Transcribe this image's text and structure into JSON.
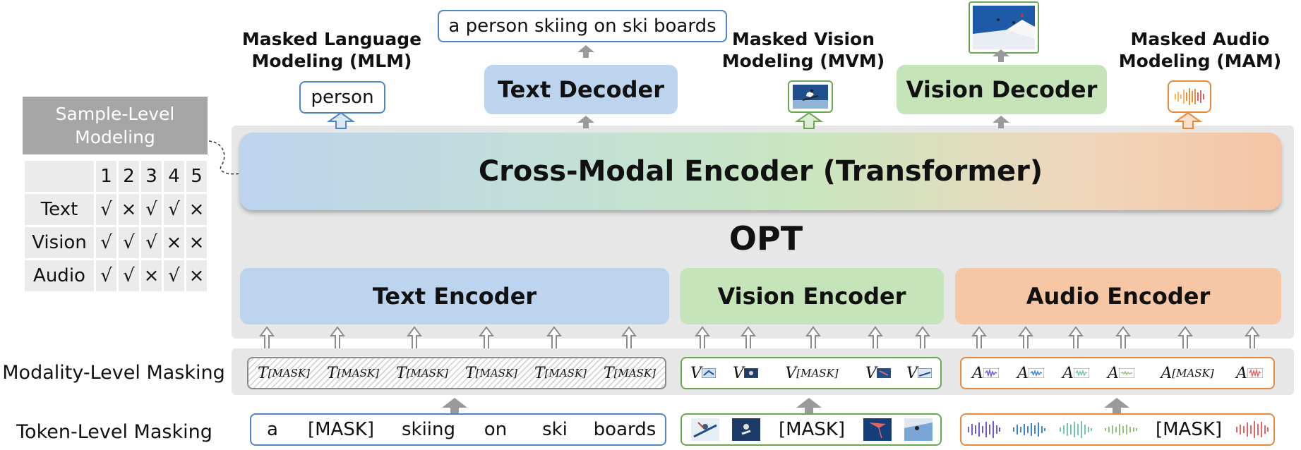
{
  "tasks": {
    "mlm": {
      "title_line1": "Masked Language",
      "title_line2": "Modeling (MLM)",
      "output": "person"
    },
    "mvm": {
      "title_line1": "Masked Vision",
      "title_line2": "Modeling (MVM)"
    },
    "mam": {
      "title_line1": "Masked Audio",
      "title_line2": "Modeling (MAM)"
    }
  },
  "decoders": {
    "text": "Text Decoder",
    "vision": "Vision Decoder",
    "text_output": "a person skiing on ski boards"
  },
  "cross_encoder": "Cross-Modal Encoder (Transformer)",
  "model_name": "OPT",
  "encoders": {
    "text": "Text Encoder",
    "vision": "Vision Encoder",
    "audio": "Audio Encoder"
  },
  "sample_level": {
    "title_line1": "Sample-Level",
    "title_line2": "Modeling",
    "columns": [
      "1",
      "2",
      "3",
      "4",
      "5"
    ],
    "rows": [
      {
        "label": "Text",
        "values": [
          "√",
          "×",
          "√",
          "√",
          "×"
        ]
      },
      {
        "label": "Vision",
        "values": [
          "√",
          "√",
          "√",
          "×",
          "×"
        ]
      },
      {
        "label": "Audio",
        "values": [
          "√",
          "√",
          "×",
          "√",
          "×"
        ]
      }
    ]
  },
  "row_labels": {
    "modality": "Modality-Level Masking",
    "token": "Token-Level Masking"
  },
  "modality_masking": {
    "text_base": "T",
    "text_sub": "[MASK]",
    "vision_base": "V",
    "vision_mask_sub": "[MASK]",
    "audio_base": "A",
    "audio_mask_sub": "[MASK]"
  },
  "token_masking": {
    "text_tokens": [
      "a",
      "[MASK]",
      "skiing",
      "on",
      "ski",
      "boards"
    ],
    "vision_mask": "[MASK]",
    "audio_mask": "[MASK]"
  },
  "colors": {
    "text": "#bdd4ef",
    "vision": "#c6e4b9",
    "audio": "#f7c6a5",
    "text_border": "#4f86c6",
    "vision_border": "#6aa84f",
    "audio_border": "#e9893a"
  }
}
